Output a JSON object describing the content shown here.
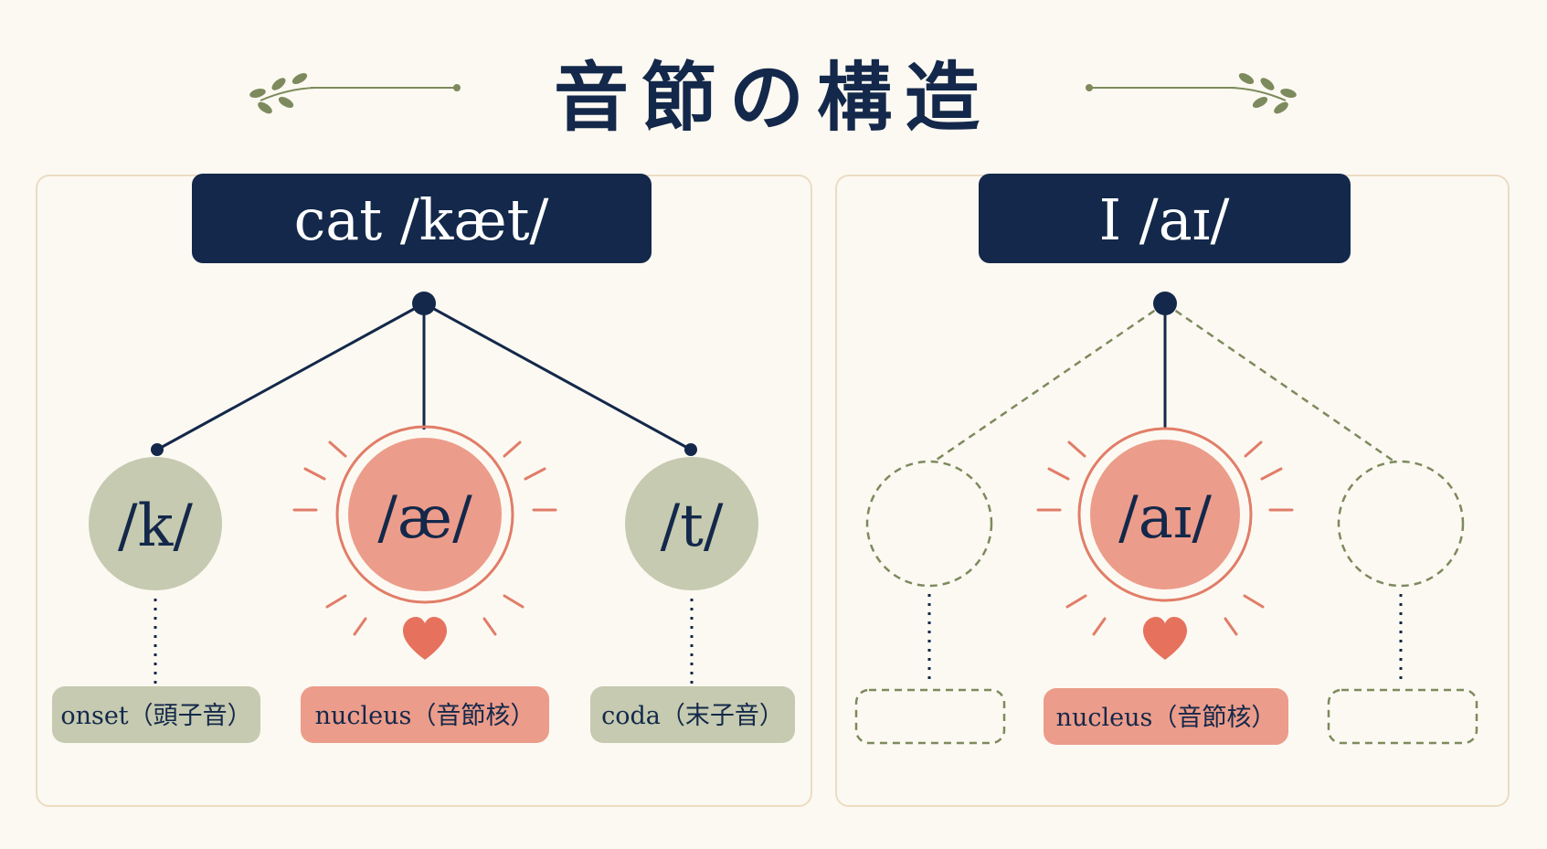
{
  "title": "音節の構造",
  "colors": {
    "navy": "#13284a",
    "sage": "#c5cab0",
    "sage_line": "#7d8a5d",
    "coral": "#ec9c8a",
    "coral_line": "#e17d68",
    "heart": "#e6725d",
    "panel_border": "#ecdcc4",
    "background": "#fcf9f2"
  },
  "panels": [
    {
      "word": "cat /kæt/",
      "nodes": [
        {
          "role": "onset",
          "symbol": "/k/",
          "label": "onset（頭子音）"
        },
        {
          "role": "nucleus",
          "symbol": "/æ/",
          "label": "nucleus（音節核）",
          "icon": "heart-icon"
        },
        {
          "role": "coda",
          "symbol": "/t/",
          "label": "coda（末子音）"
        }
      ]
    },
    {
      "word": "I /aɪ/",
      "nodes": [
        {
          "role": "onset",
          "symbol": "",
          "label": ""
        },
        {
          "role": "nucleus",
          "symbol": "/aɪ/",
          "label": "nucleus（音節核）",
          "icon": "heart-icon"
        },
        {
          "role": "coda",
          "symbol": "",
          "label": ""
        }
      ]
    }
  ]
}
